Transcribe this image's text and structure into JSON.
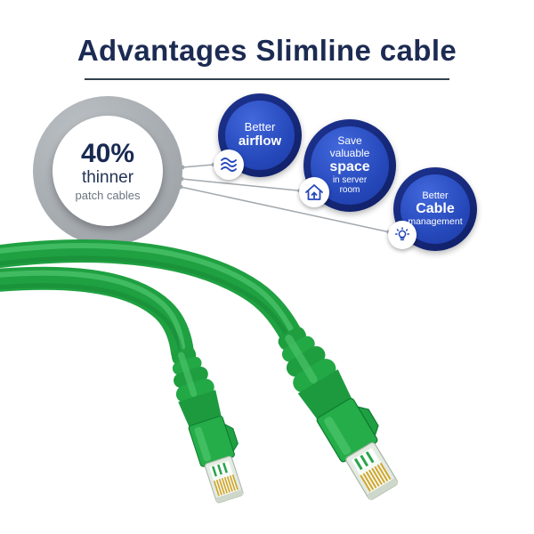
{
  "title": "Advantages Slimline cable",
  "hero_circle": {
    "value": "40%",
    "subtitle": "thinner",
    "caption": "patch cables"
  },
  "advantages": {
    "airflow": {
      "line1": "Better",
      "line2": "airflow",
      "icon": "airflow-icon"
    },
    "space": {
      "line1": "Save",
      "line2": "valuable",
      "line3": "space",
      "line4": "in server",
      "line5": "room",
      "icon": "home-arrow-icon"
    },
    "management": {
      "line1": "Better",
      "line2": "Cable",
      "line3": "management",
      "icon": "lightbulb-icon"
    }
  },
  "colors": {
    "title_navy": "#1c2b52",
    "bubble_ring_navy": "#15277d",
    "bubble_fill_blue": "#2548ba",
    "hero_gray": "#a7acb1",
    "cable_green": "#1fa041",
    "pin_gold": "#d0a52c"
  }
}
